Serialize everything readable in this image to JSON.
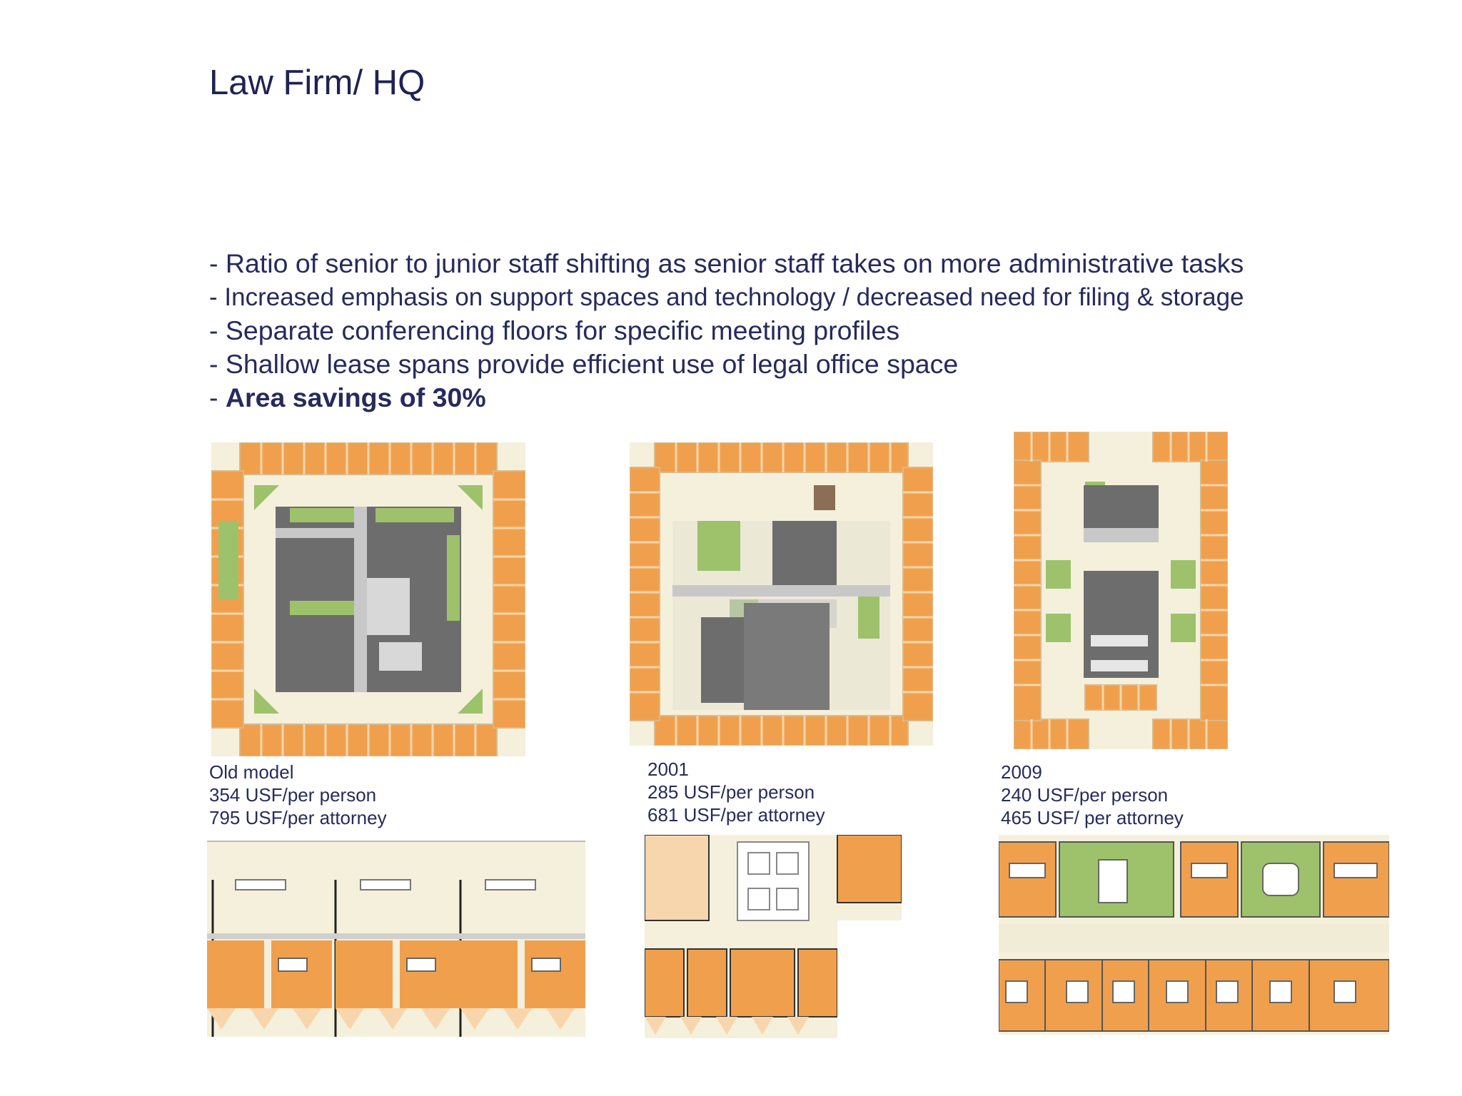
{
  "slide": {
    "title": "Law Firm/ HQ",
    "bullets": [
      {
        "dash": "- ",
        "text": "Ratio of senior to junior staff shifting as senior staff takes on more administrative tasks"
      },
      {
        "dash": "- ",
        "text": "Increased emphasis on support spaces and technology / decreased need for filing & storage"
      },
      {
        "dash": "- ",
        "text": "Separate conferencing floors for specific meeting profiles"
      },
      {
        "dash": "- ",
        "text": "Shallow lease spans provide efficient use of legal office space"
      },
      {
        "dash": "- ",
        "text": "Area savings of 30%"
      }
    ]
  },
  "models": [
    {
      "label": "Old model",
      "per_person": "354 USF/per person",
      "per_attorney": "795 USF/per attorney"
    },
    {
      "label": "2001",
      "per_person": "285 USF/per person",
      "per_attorney": "681 USF/per attorney"
    },
    {
      "label": "2009",
      "per_person": "240 USF/per person",
      "per_attorney": "465 USF/ per attorney"
    }
  ],
  "colors": {
    "office_orange": "#f0a04d",
    "office_light": "#f8d6ad",
    "core_gray": "#6d6d6d",
    "green_space": "#9dc26b",
    "cream": "#f4f0dc",
    "text_navy": "#262b5c"
  }
}
